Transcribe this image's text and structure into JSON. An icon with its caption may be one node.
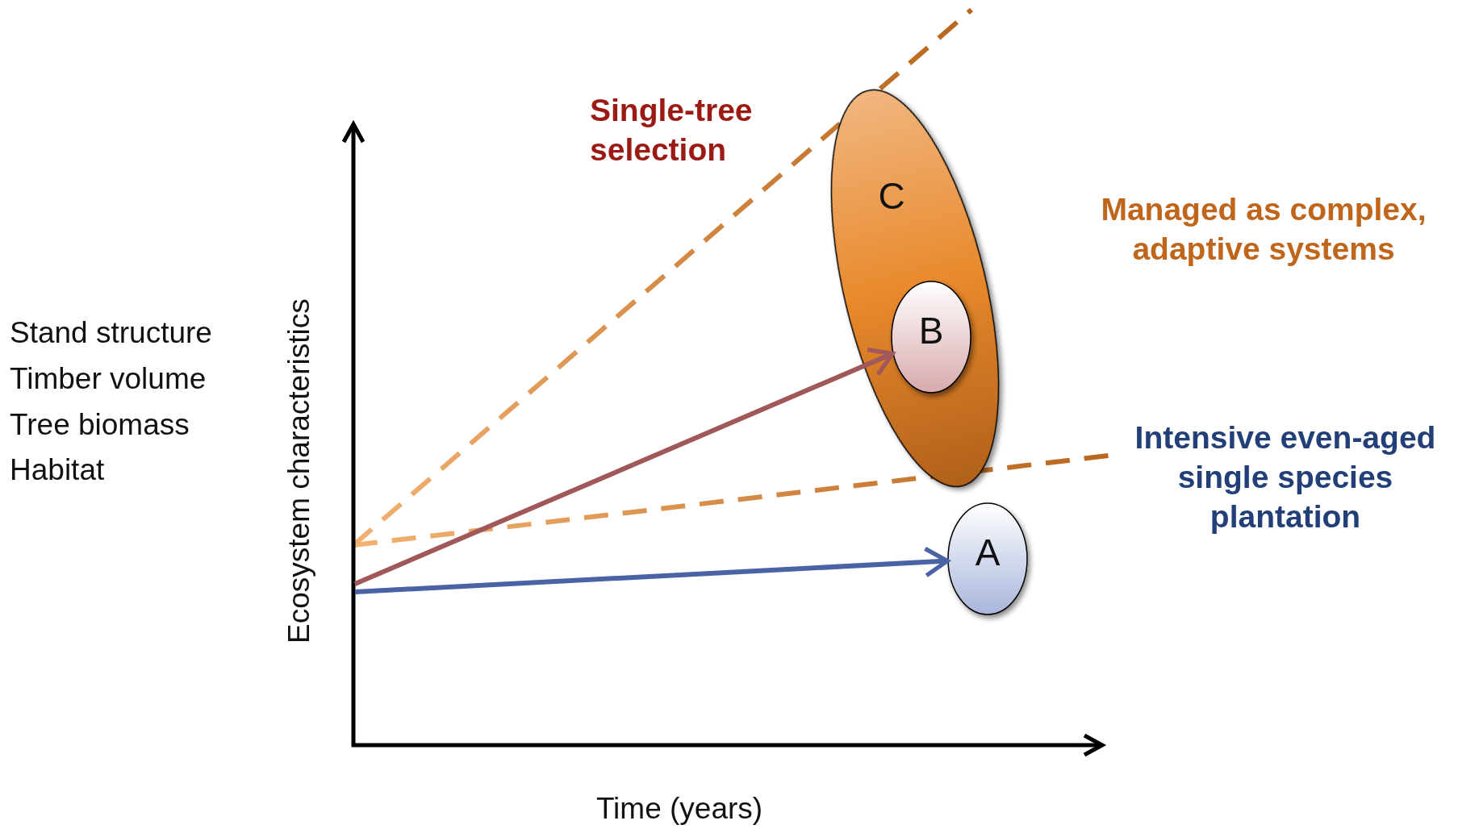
{
  "diagram": {
    "nodes": [
      {
        "text": [
          "C"
        ]
      },
      {
        "text": [
          "B"
        ],
        "in": 0
      },
      {
        "text": [
          "A"
        ]
      }
    ],
    "edges": [
      {
        "from": null,
        "to": 1,
        "arrow": "to",
        "color": "#a0585a"
      },
      {
        "from": null,
        "to": 2,
        "arrow": "to",
        "color": "#4a63a5"
      }
    ],
    "labels": [
      "Single-tree selection",
      "Managed as complex, adaptive systems",
      "Stand structure",
      "Timber volume",
      "Tree biomass",
      "Habitat",
      "Ecosystem characteristics",
      "Intensive even-aged single species plantation",
      "Time (years)"
    ]
  }
}
